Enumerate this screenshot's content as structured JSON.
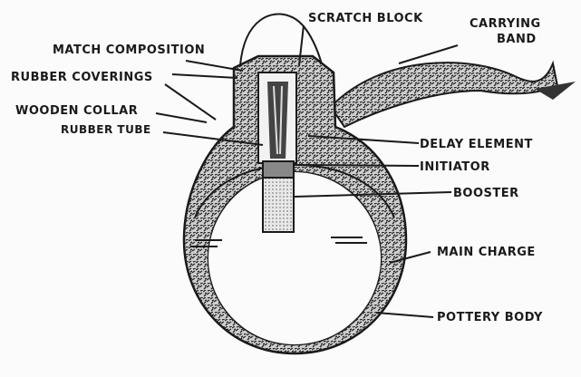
{
  "diagram": {
    "labels": {
      "scratch_block": "SCRATCH BLOCK",
      "carrying_band_1": "CARRYING",
      "carrying_band_2": "BAND",
      "match_composition": "MATCH COMPOSITION",
      "rubber_coverings": "RUBBER COVERINGS",
      "wooden_collar": "WOODEN COLLAR",
      "rubber_tube": "RUBBER TUBE",
      "delay_element": "DELAY ELEMENT",
      "initiator": "INITIATOR",
      "booster": "BOOSTER",
      "main_charge": "MAIN CHARGE",
      "pottery_body": "POTTERY BODY"
    }
  }
}
